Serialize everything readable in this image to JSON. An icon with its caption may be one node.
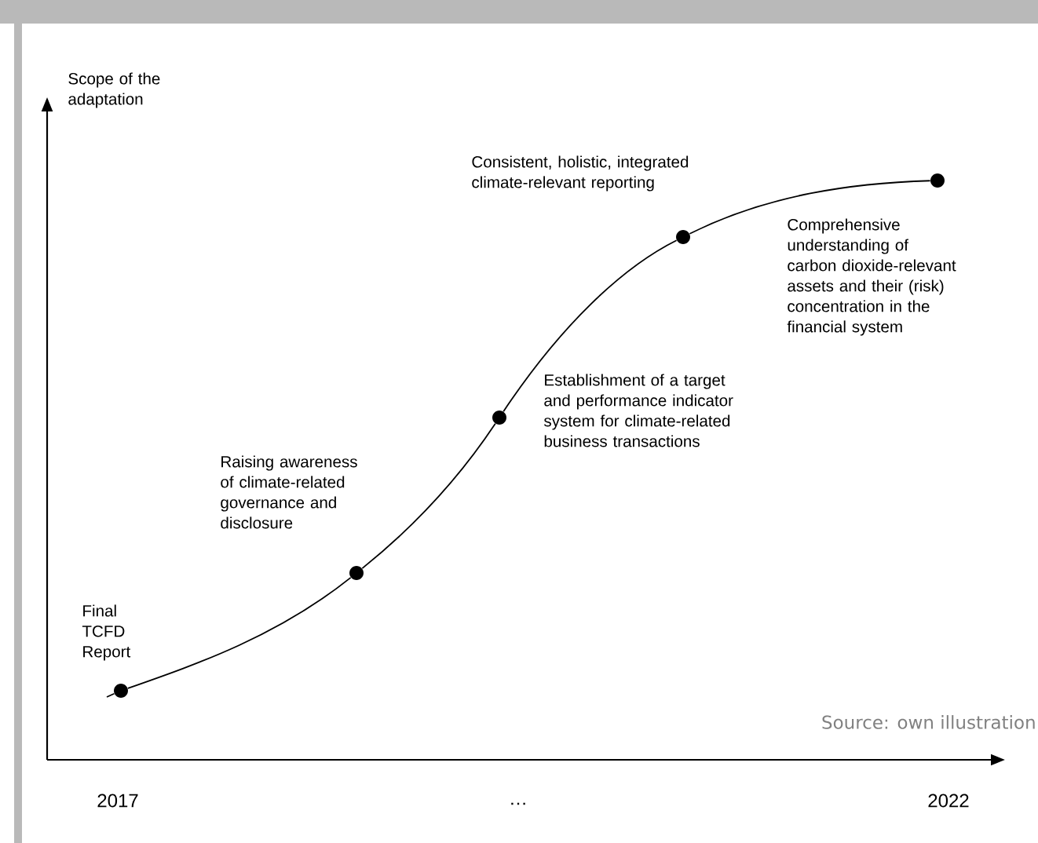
{
  "diagram": {
    "nodes": [
      {
        "text": [],
        "shape": "circle",
        "beside": [
          "Final TCFD Report"
        ]
      },
      {
        "text": [],
        "shape": "circle",
        "beside": [
          "Raising awareness of climate-related governance and disclosure"
        ]
      },
      {
        "text": [],
        "shape": "circle",
        "beside": [
          "Establishment of a target and performance indicator system for climate-related business transactions"
        ]
      },
      {
        "text": [],
        "shape": "circle",
        "beside": [
          "Consistent, holistic, integrated climate-relevant reporting"
        ]
      },
      {
        "text": [],
        "shape": "circle",
        "beside": [
          "Comprehensive understanding of carbon dioxide-relevant assets and their (risk) concentration in the financial system"
        ]
      }
    ],
    "edges": [
      {
        "from": null,
        "to": 0,
        "arrow": "none"
      },
      {
        "from": 0,
        "to": 1,
        "arrow": "none"
      },
      {
        "from": 1,
        "to": 2,
        "arrow": "none"
      },
      {
        "from": 2,
        "to": 3,
        "arrow": "none"
      },
      {
        "from": 3,
        "to": 4,
        "arrow": "none"
      }
    ],
    "labels": [
      "Scope of the adaptation",
      "2017",
      "…",
      "2022",
      "Source: own illustration"
    ]
  }
}
